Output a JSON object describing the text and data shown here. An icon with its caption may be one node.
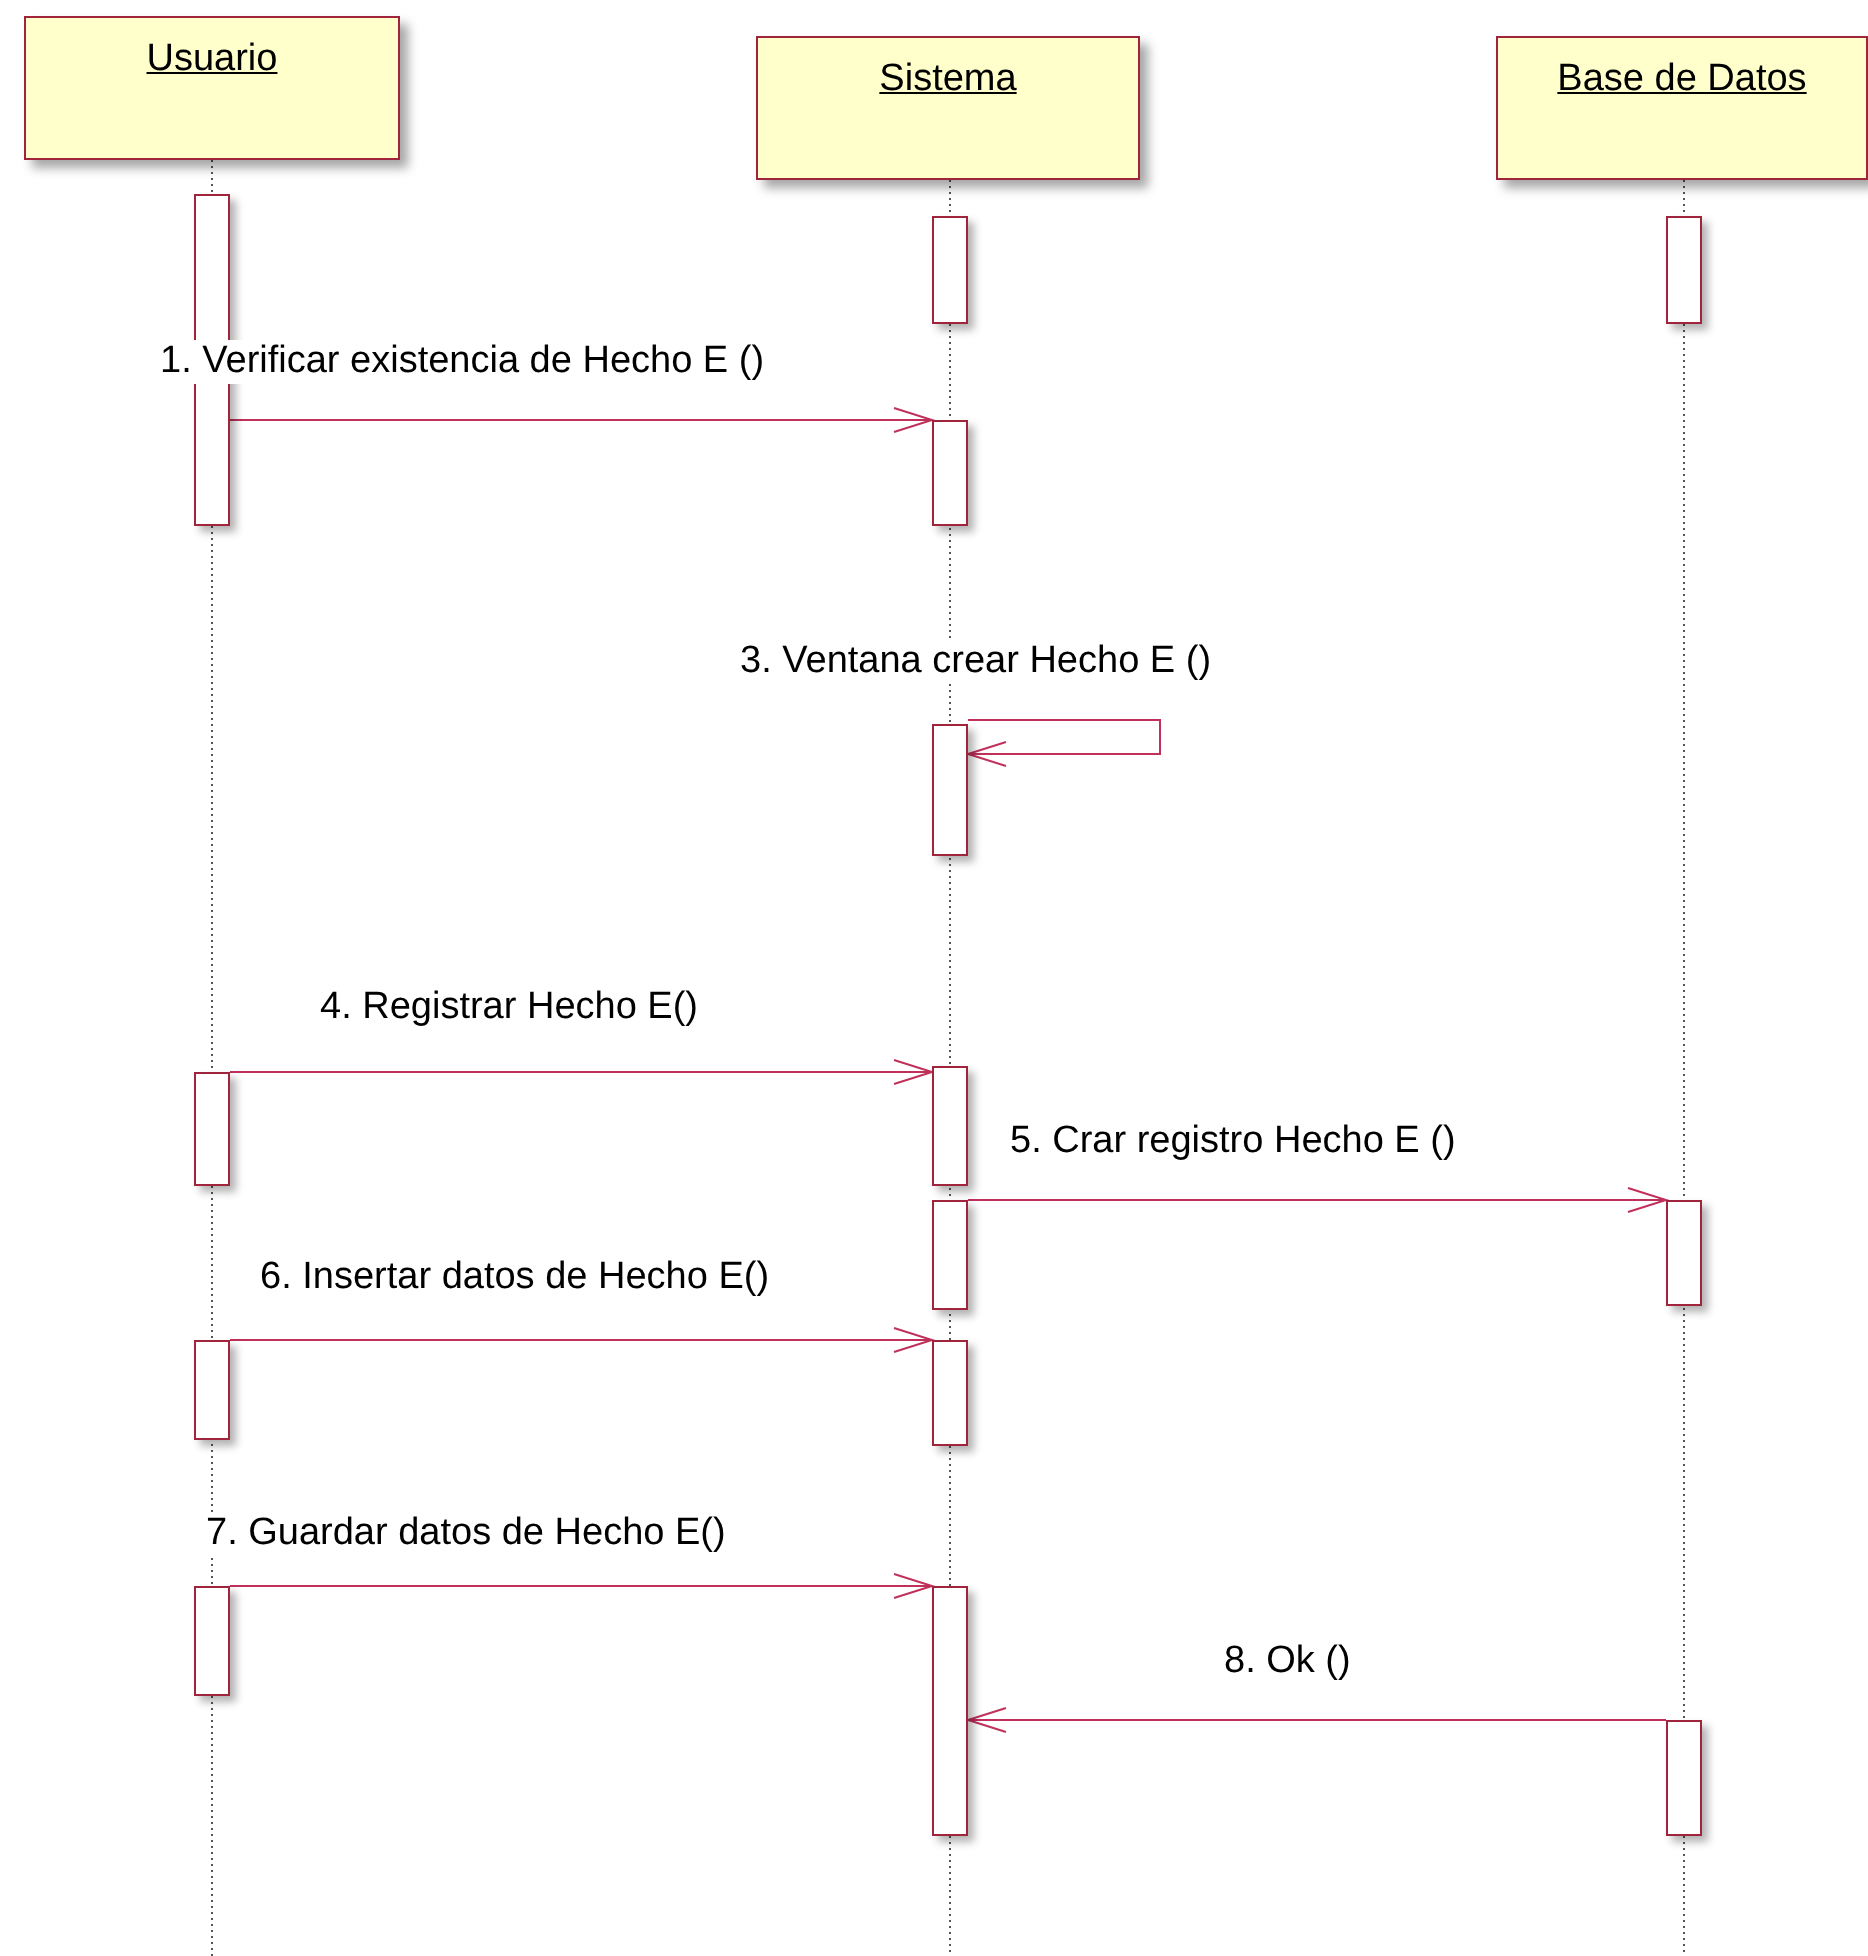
{
  "diagram": {
    "nodes": [
      {
        "text": [
          "Usuario"
        ]
      },
      {
        "text": [
          "Sistema"
        ]
      },
      {
        "text": [
          "Base de Datos"
        ]
      },
      {
        "text": [],
        "shape": "bar"
      },
      {
        "text": [],
        "shape": "bar"
      },
      {
        "text": [],
        "shape": "bar"
      },
      {
        "text": [],
        "shape": "bar"
      },
      {
        "text": [],
        "shape": "bar"
      },
      {
        "text": [],
        "shape": "bar"
      },
      {
        "text": [],
        "shape": "bar"
      },
      {
        "text": [],
        "shape": "bar"
      },
      {
        "text": [],
        "shape": "bar"
      },
      {
        "text": [],
        "shape": "bar"
      },
      {
        "text": [],
        "shape": "bar"
      },
      {
        "text": [],
        "shape": "bar"
      },
      {
        "text": [],
        "shape": "bar"
      },
      {
        "text": [],
        "shape": "bar"
      }
    ],
    "edges": [
      {
        "from": 3,
        "to": 6,
        "arrow": "to",
        "label": "1. Verificar existencia de Hecho E ()"
      },
      {
        "from": 7,
        "to": 7,
        "arrow": "to",
        "label": "3. Ventana crear Hecho E ()"
      },
      {
        "from": 8,
        "to": 9,
        "arrow": "to",
        "label": "4. Registrar Hecho E()"
      },
      {
        "from": 10,
        "to": 11,
        "arrow": "to",
        "label": "5. Crar registro Hecho E ()"
      },
      {
        "from": 12,
        "to": 13,
        "arrow": "to",
        "label": "6. Insertar datos de Hecho E()"
      },
      {
        "from": 14,
        "to": 15,
        "arrow": "to",
        "label": "7. Guardar datos de Hecho E()"
      },
      {
        "from": 16,
        "to": 15,
        "arrow": "to",
        "label": "8. Ok ()"
      }
    ]
  }
}
